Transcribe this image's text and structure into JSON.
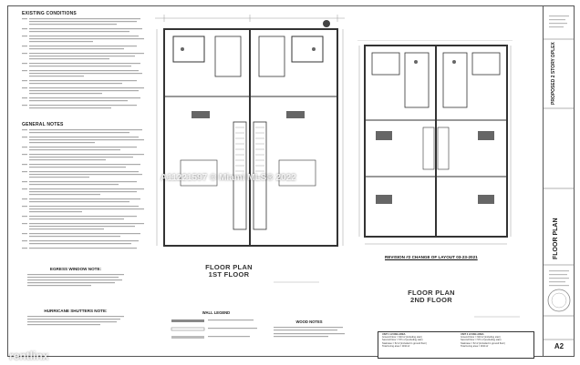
{
  "notes": {
    "existing_header": "EXISTING CONDITIONS",
    "general_header": "GENERAL NOTES"
  },
  "plans": {
    "first_title": "FLOOR PLAN\n1ST FLOOR",
    "second_title": "FLOOR PLAN\n2ND FLOOR",
    "revision": "REVISION #2 CHANGE OF LAYOUT 03-23-2021"
  },
  "egress": {
    "title": "EGRESS WINDOW NOTE:"
  },
  "hurricane": {
    "title": "HURRICANE SHUTTERS NOTE:"
  },
  "wall_legend": {
    "title": "WALL LEGEND"
  },
  "wood_notes": {
    "title": "WOOD NOTES"
  },
  "area_table": {
    "unit1_label": "UNIT 1 LIVING AREA",
    "unit1_rows": [
      "Ground Floor = 623 sf (including stair)",
      "Second Floor = 571 sf (excluding stair)",
      "Staircase    = 52 sf (included in ground floor)",
      "Total Living area = 1194 sf"
    ],
    "unit2_label": "UNIT 2 LIVING AREA",
    "unit2_rows": [
      "Ground Floor = 623 sf (including stair)",
      "Second Floor = 571 sf (excluding stair)",
      "Staircase    = 52 sf (included in ground floor)",
      "Total Living area = 1194 sf"
    ]
  },
  "title_block": {
    "project": "PROPOSED 2 STORY DPLEX",
    "sheet_title": "FLOOR PLAN",
    "sheet_number": "A2"
  },
  "watermarks": {
    "center": "A11221597 © Miami MLS® 2022",
    "bottom_left": "rentlinx"
  }
}
